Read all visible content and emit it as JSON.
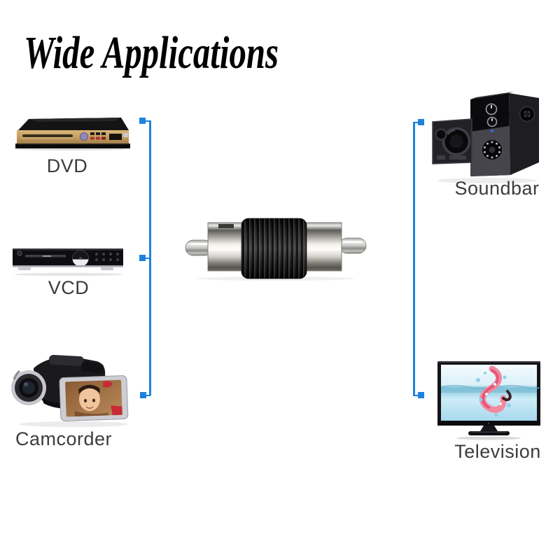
{
  "title": "Wide Applications",
  "colors": {
    "accent_blue": "#1E82DC",
    "label_gray": "#3C3C3C",
    "background": "#FFFFFF",
    "title_black": "#000000"
  },
  "diagram": {
    "center_product_icon": "rca-male-to-male-coupler-adapter",
    "left_devices": [
      {
        "label": "DVD",
        "icon": "dvd-player-icon"
      },
      {
        "label": "VCD",
        "icon": "vcd-player-icon"
      },
      {
        "label": "Camcorder",
        "icon": "camcorder-icon"
      }
    ],
    "right_devices": [
      {
        "label": "Soundbar",
        "icon": "speaker-system-icon"
      },
      {
        "label": "Television",
        "icon": "television-icon"
      }
    ]
  }
}
